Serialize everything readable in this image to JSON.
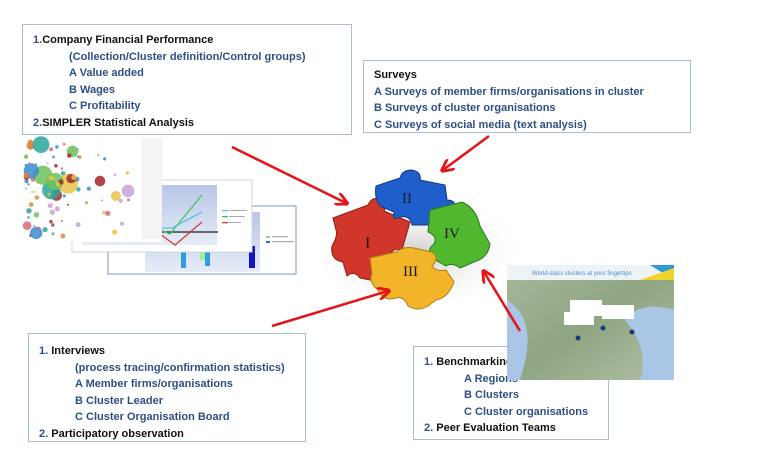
{
  "boxes": {
    "financial": {
      "items": [
        {
          "num": "1.",
          "text": "Company  Financial Performance"
        },
        {
          "text": "(Collection/Cluster  definition/Control   groups)"
        },
        {
          "text": "A Value  added"
        },
        {
          "text": "B  Wages"
        },
        {
          "text": "C  Profitability"
        },
        {
          "num": "2.",
          "text": "SIMPLER Statistical Analysis"
        }
      ]
    },
    "surveys": {
      "title": "Surveys",
      "items": [
        "A  Surveys of member firms/organisations  in cluster",
        "B Surveys of cluster organisations",
        "C Surveys of social  media (text analysis)"
      ]
    },
    "interviews": {
      "items": [
        {
          "num": "1.",
          "text": "Interviews"
        },
        {
          "text": "(process tracing/confirmation  statistics)"
        },
        {
          "text": "A  Member firms/organisations"
        },
        {
          "text": "B  Cluster Leader"
        },
        {
          "text": "C  Cluster Organisation  Board"
        },
        {
          "num": "2.",
          "text": "Participatory observation"
        }
      ]
    },
    "benchmarking": {
      "items": [
        {
          "num": "1.",
          "text": "Benchmarking with other"
        },
        {
          "text": "A  Regions"
        },
        {
          "text": "B  Clusters"
        },
        {
          "text": "C  Cluster organisations"
        },
        {
          "num": "2.",
          "text": "Peer Evaluation Teams"
        }
      ]
    }
  },
  "puzzle": {
    "pieces": [
      {
        "label": "I",
        "color": "#d0362a"
      },
      {
        "label": "II",
        "color": "#1f5fcc"
      },
      {
        "label": "III",
        "color": "#f2b52a"
      },
      {
        "label": "IV",
        "color": "#4fb82e"
      }
    ]
  },
  "map_thumbnail": {
    "title": "World-class clusters at your fingertips"
  },
  "colors": {
    "arrow": "#e3161b",
    "box_border": "#a9bcd6",
    "text_blue": "#2e4f86"
  }
}
